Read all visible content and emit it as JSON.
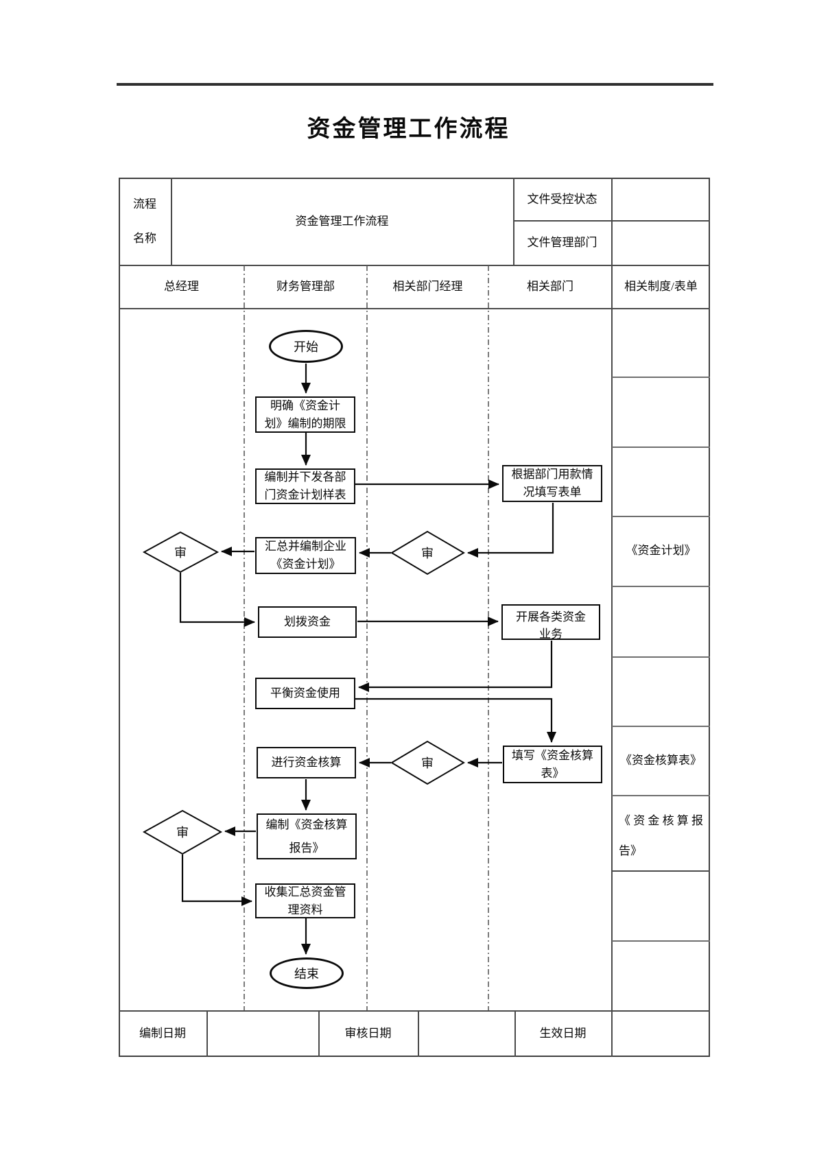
{
  "title": "资金管理工作流程",
  "info_table": {
    "process_name_label_lines": [
      "流程",
      "名称"
    ],
    "process_name_value": "资金管理工作流程",
    "controlled_status_label": "文件受控状态",
    "managing_dept_label": "文件管理部门"
  },
  "lanes": {
    "general_manager": "总经理",
    "finance_dept": "财务管理部",
    "related_dept_manager": "相关部门经理",
    "related_dept": "相关部门",
    "related_docs": "相关制度/表单"
  },
  "flow": {
    "start_label": "开始",
    "end_label": "结束",
    "review_label": "审",
    "nodes": {
      "define_plan_period": "明确《资金计划》编制的期限",
      "distribute_plan_forms": "编制并下发各部门资金计划样表",
      "fill_forms_by_usage": "根据部门用款情况填写表单",
      "compile_fund_plan": "汇总并编制企业《资金计划》",
      "allocate_funds": "划拨资金",
      "conduct_fund_business": "开展各类资金业务",
      "balance_fund_usage": "平衡资金使用",
      "fill_accounting_form": "填写《资金核算表》",
      "perform_fund_accounting": "进行资金核算",
      "compile_accounting_report": "编制《资金核算报告》",
      "collect_fund_materials": "收集汇总资金管理资料"
    }
  },
  "documents": {
    "fund_plan": "《资金计划》",
    "fund_accounting_form": "《资金核算表》",
    "fund_accounting_report": "《资金核算报告》"
  },
  "footer": {
    "prepared_date_label": "编制日期",
    "review_date_label": "审核日期",
    "effective_date_label": "生效日期"
  }
}
